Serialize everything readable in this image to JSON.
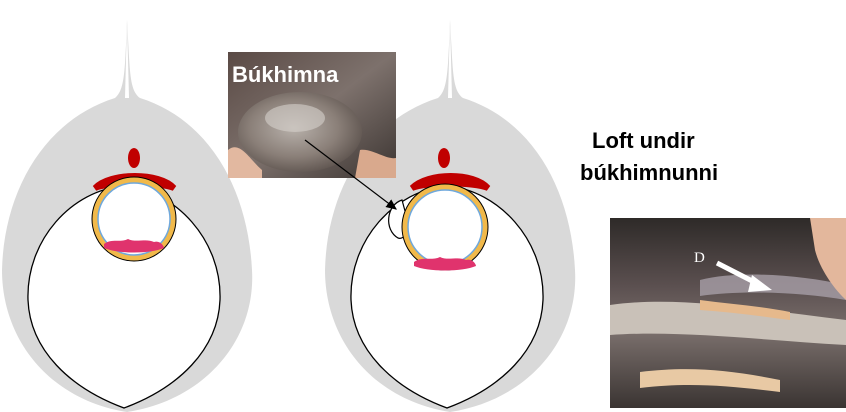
{
  "labels": {
    "photo_1_caption": "Búkhimna",
    "side_heading_line1": "Loft undir",
    "side_heading_line2": "búkhimnunni",
    "photo_2_marker": "D"
  },
  "colors": {
    "body_fill": "#d9d9d9",
    "cavity_fill": "#ffffff",
    "outline": "#000000",
    "vessel_red": "#c00000",
    "ring_yellow": "#f1b94a",
    "membrane_blue": "#6fa8dc",
    "tissue_pink": "#e0336d"
  }
}
